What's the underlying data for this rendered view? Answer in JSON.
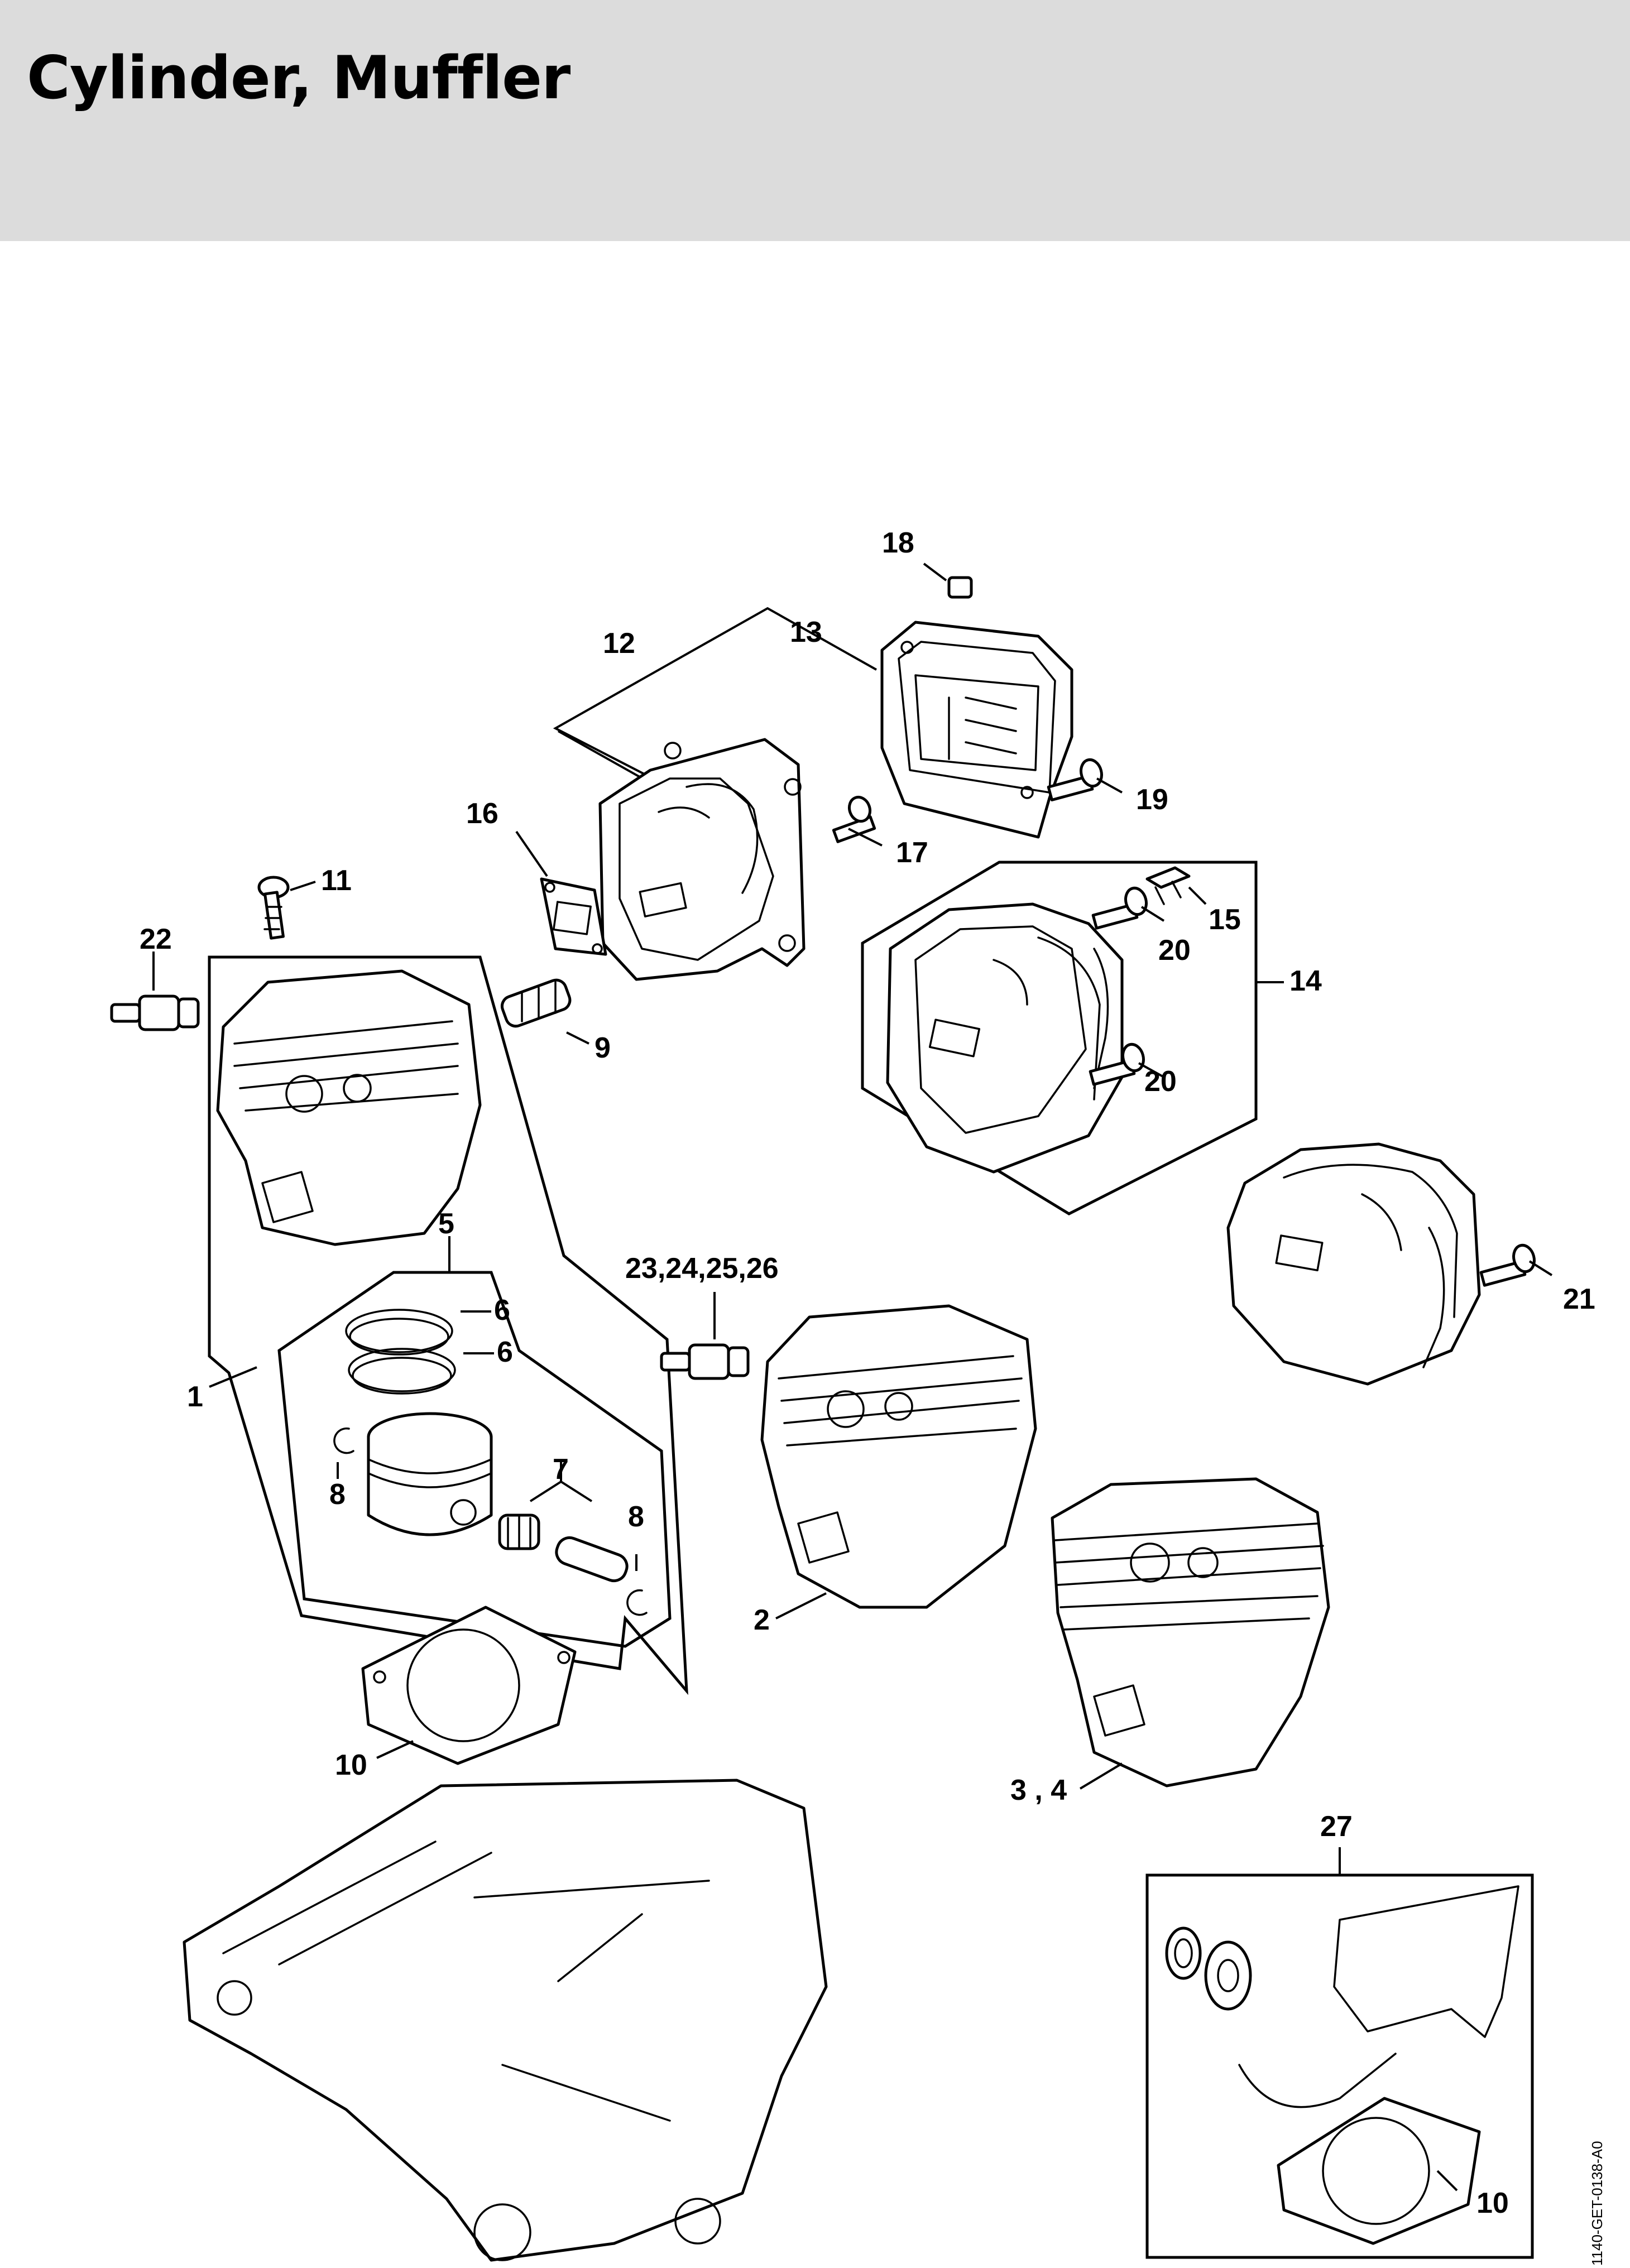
{
  "page": {
    "title": "Cylinder, Muffler"
  },
  "callouts": {
    "c1": "1",
    "c2": "2",
    "c3_4": "3 , 4",
    "c5": "5",
    "c6a": "6",
    "c6b": "6",
    "c7": "7",
    "c8a": "8",
    "c8b": "8",
    "c9": "9",
    "c10a": "10",
    "c10b": "10",
    "c11": "11",
    "c12": "12",
    "c13": "13",
    "c14": "14",
    "c15": "15",
    "c16": "16",
    "c17": "17",
    "c18": "18",
    "c19": "19",
    "c20a": "20",
    "c20b": "20",
    "c21": "21",
    "c22": "22",
    "c23_26": "23,24,25,26",
    "c27": "27"
  },
  "drawing_reference": "1140-GET-0138-A0"
}
